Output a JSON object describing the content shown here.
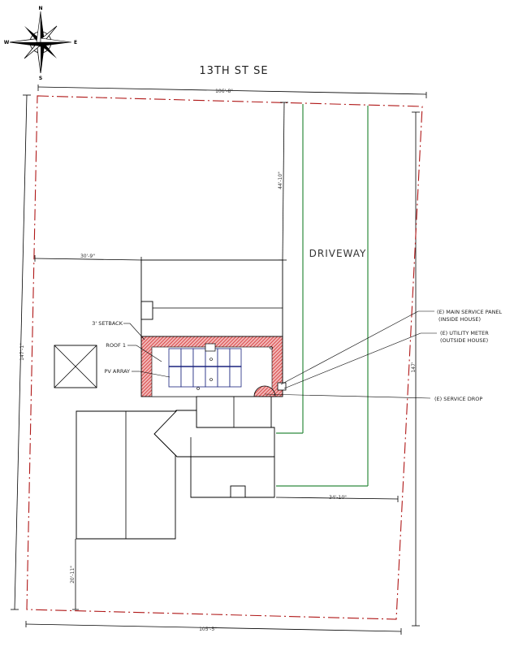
{
  "street_name": "13TH ST SE",
  "driveway_label": "DRIVEWAY",
  "compass": {
    "north": "N",
    "south": "S",
    "east": "E",
    "west": "W"
  },
  "dimensions": {
    "top": "106'-8\"",
    "bottom": "105'-5\"",
    "left": "147'-1\"",
    "right": "147'",
    "setback_left": "30'-9\"",
    "front_to_house": "44'-10\"",
    "driveway_offset": "34'-10\"",
    "rear_lower": "20'-11\""
  },
  "callouts": {
    "setback": "3' SETBACK",
    "roof": "ROOF 1",
    "pv_array": "PV ARRAY",
    "main_panel_line1": "(E) MAIN SERVICE PANEL",
    "main_panel_line2": "(INSIDE HOUSE)",
    "utility_meter_line1": "(E) UTILITY METER",
    "utility_meter_line2": "(OUTSIDE HOUSE)",
    "service_drop": "(E) SERVICE DROP"
  },
  "colors": {
    "property_line": "#b01818",
    "setback_hatch": "#d32f2f",
    "driveway": "#2e8b3d",
    "pv_modules": "#1a237e"
  }
}
